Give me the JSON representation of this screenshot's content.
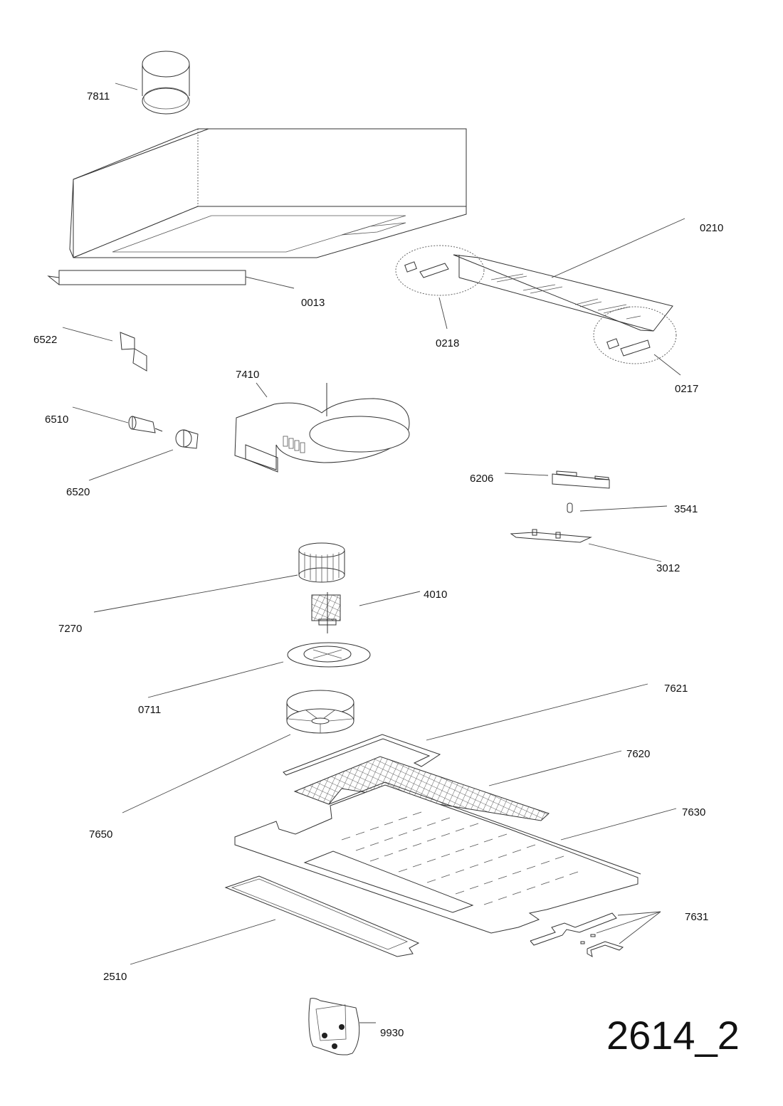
{
  "drawing": {
    "drawing_id": "2614_2",
    "parts": [
      {
        "key": "p7811",
        "number": "7811",
        "description": "duct-connector-ring"
      },
      {
        "key": "p0013",
        "number": "0013",
        "description": "front-strip"
      },
      {
        "key": "p0210",
        "number": "0210",
        "description": "glass-visor"
      },
      {
        "key": "p0218",
        "number": "0218",
        "description": "visor-bracket-left"
      },
      {
        "key": "p0217",
        "number": "0217",
        "description": "visor-bracket-right"
      },
      {
        "key": "p6522",
        "number": "6522",
        "description": "lamp-bracket"
      },
      {
        "key": "p7410",
        "number": "7410",
        "description": "fan-housing"
      },
      {
        "key": "p6510",
        "number": "6510",
        "description": "lamp-holder"
      },
      {
        "key": "p6520",
        "number": "6520",
        "description": "lamp"
      },
      {
        "key": "p6206",
        "number": "6206",
        "description": "switch-knob"
      },
      {
        "key": "p3541",
        "number": "3541",
        "description": "spring-pin"
      },
      {
        "key": "p3012",
        "number": "3012",
        "description": "switch-plate"
      },
      {
        "key": "p7270",
        "number": "7270",
        "description": "impeller"
      },
      {
        "key": "p4010",
        "number": "4010",
        "description": "motor"
      },
      {
        "key": "p0711",
        "number": "0711",
        "description": "motor-mount-plate"
      },
      {
        "key": "p7621",
        "number": "7621",
        "description": "filter-frame"
      },
      {
        "key": "p7620",
        "number": "7620",
        "description": "grease-filter-mesh"
      },
      {
        "key": "p7650",
        "number": "7650",
        "description": "charcoal-filter"
      },
      {
        "key": "p7630",
        "number": "7630",
        "description": "filter-grille-panel"
      },
      {
        "key": "p7631",
        "number": "7631",
        "description": "grille-latch-set"
      },
      {
        "key": "p2510",
        "number": "2510",
        "description": "light-diffuser"
      },
      {
        "key": "p9930",
        "number": "9930",
        "description": "fixing-kit-bag"
      }
    ]
  },
  "labels": {
    "p7811": "7811",
    "p0013": "0013",
    "p0210": "0210",
    "p0218": "0218",
    "p0217": "0217",
    "p6522": "6522",
    "p7410": "7410",
    "p6510": "6510",
    "p6520": "6520",
    "p6206": "6206",
    "p3541": "3541",
    "p3012": "3012",
    "p7270": "7270",
    "p4010": "4010",
    "p0711": "0711",
    "p7621": "7621",
    "p7620": "7620",
    "p7650": "7650",
    "p7630": "7630",
    "p7631": "7631",
    "p2510": "2510",
    "p9930": "9930",
    "drawing_id": "2614_2"
  }
}
